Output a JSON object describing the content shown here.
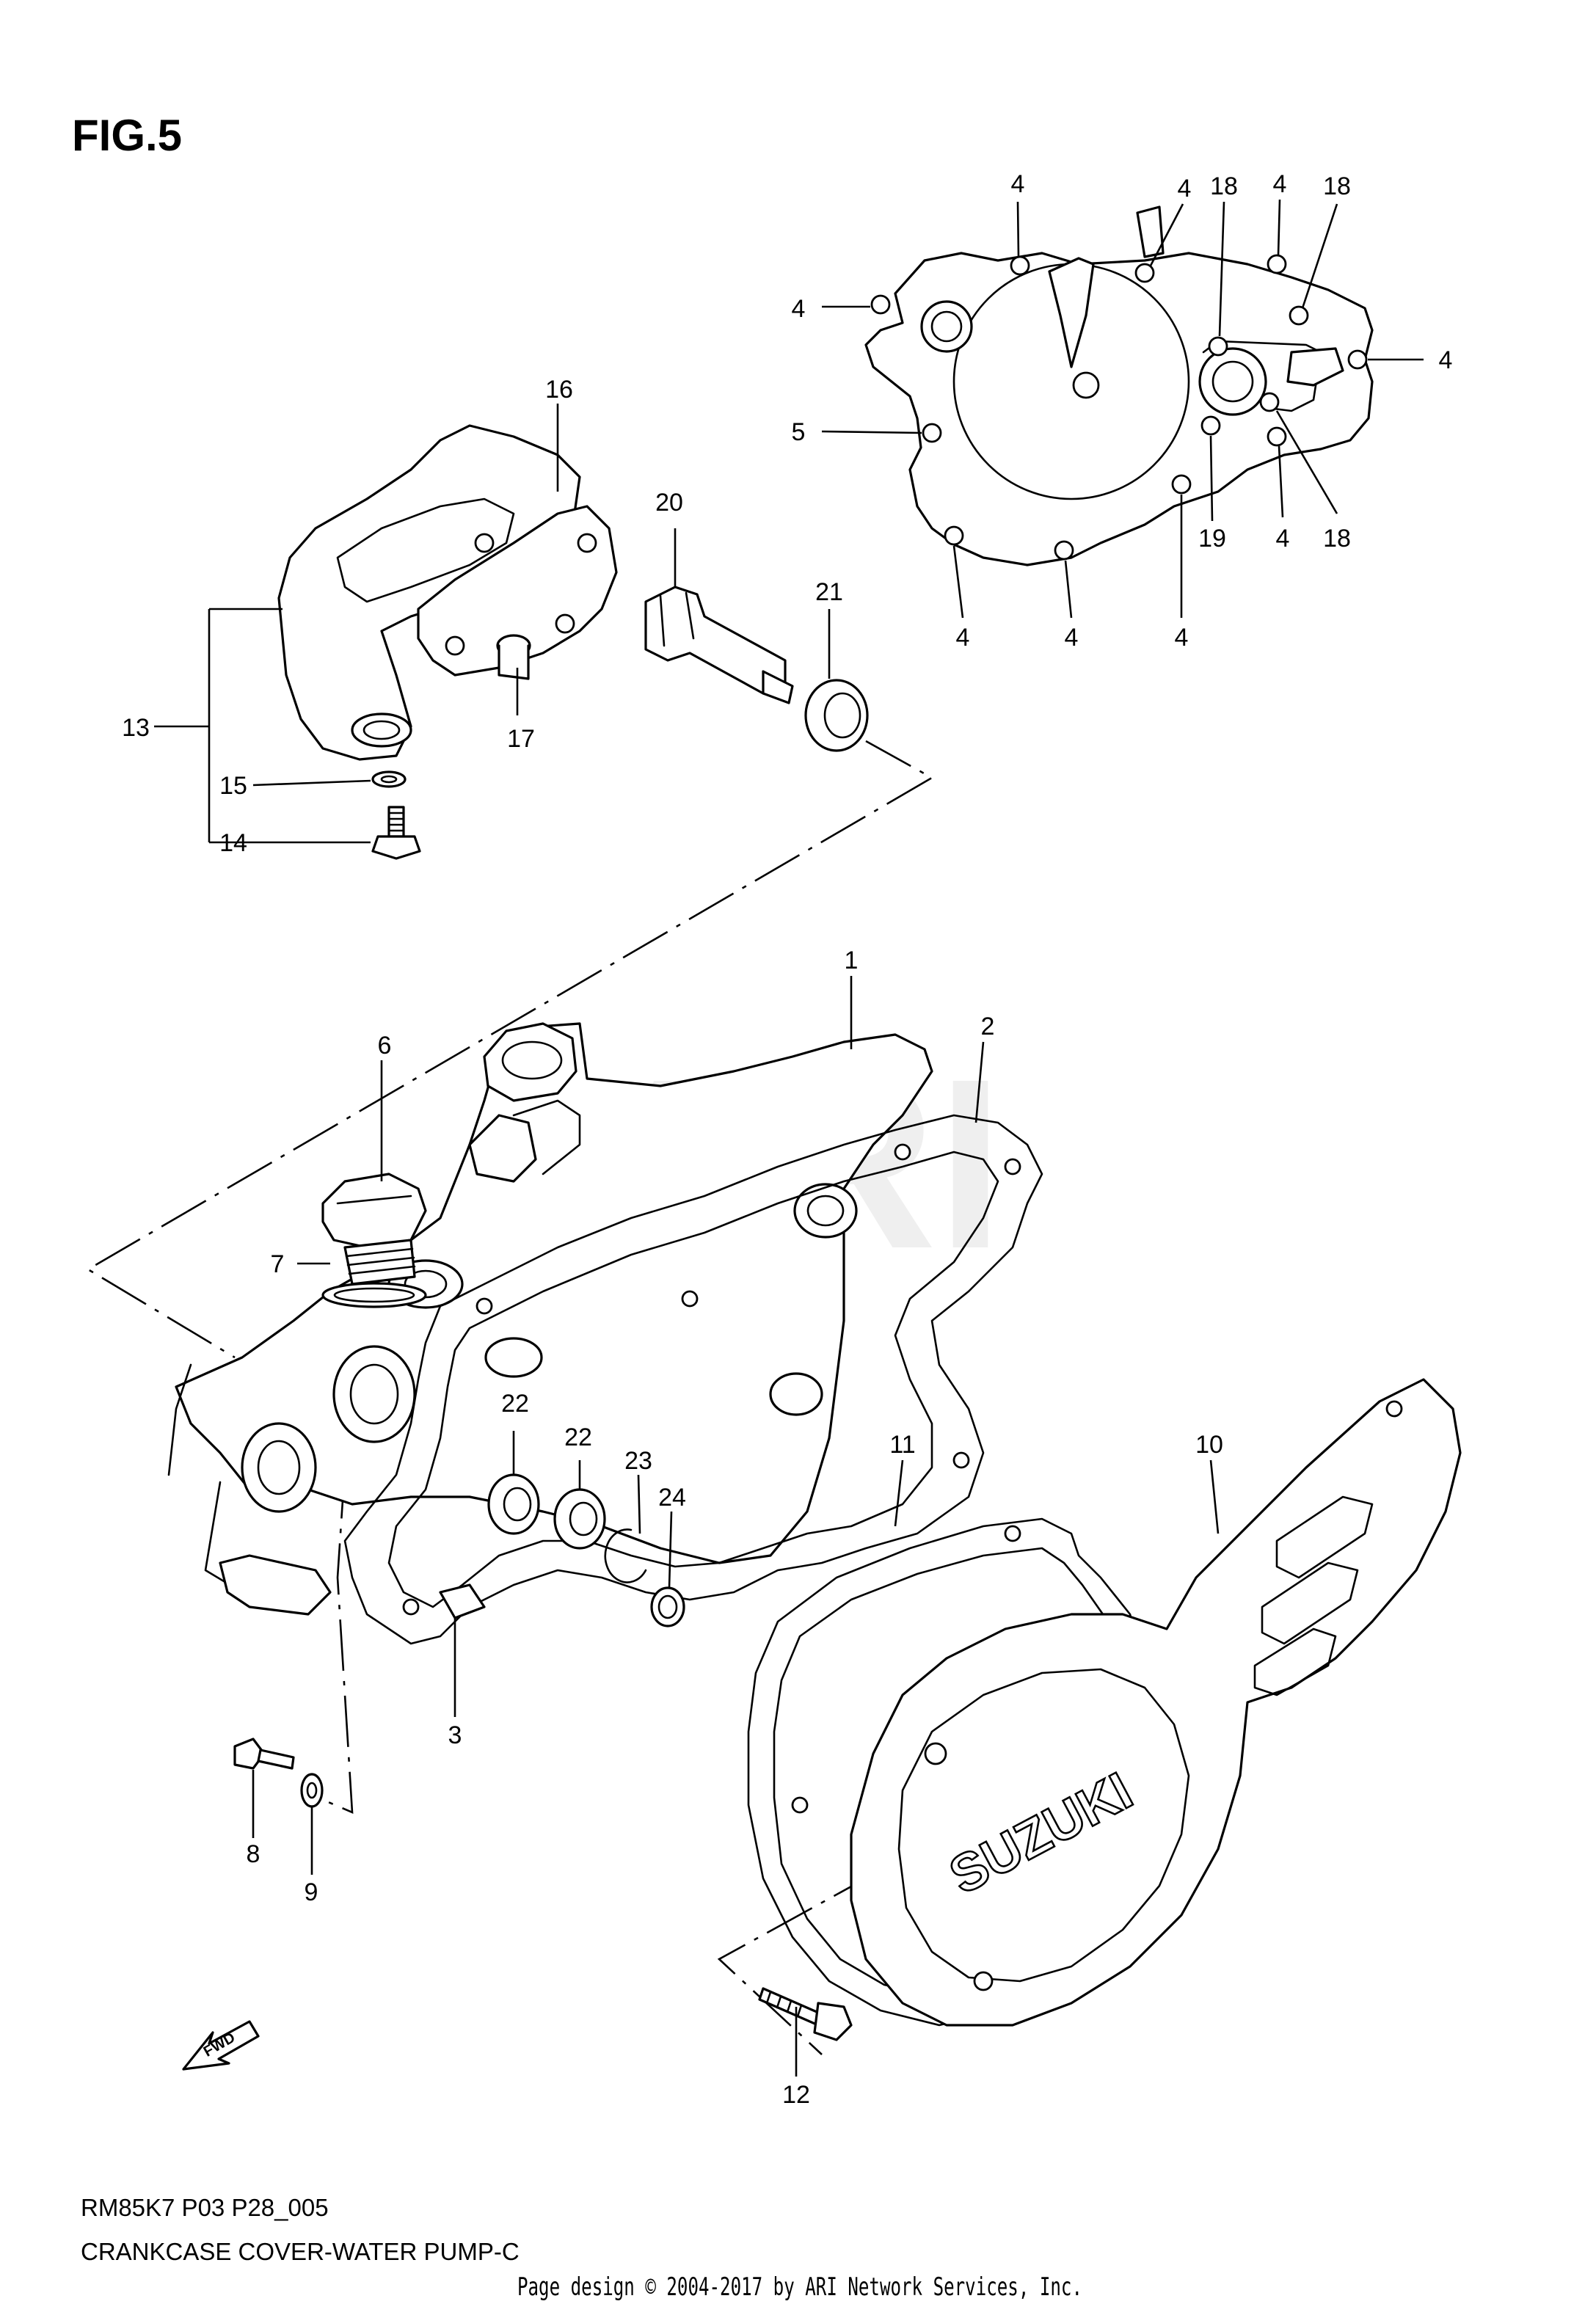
{
  "figure": {
    "title": "FIG.5"
  },
  "watermark": "ARI",
  "callouts": {
    "c1": "1",
    "c2": "2",
    "c3": "3",
    "c4a": "4",
    "c4b": "4",
    "c4c": "4",
    "c4d": "4",
    "c4e": "4",
    "c4f": "4",
    "c4g": "4",
    "c4h": "4",
    "c4i": "4",
    "c5": "5",
    "c6": "6",
    "c7": "7",
    "c8": "8",
    "c9": "9",
    "c10": "10",
    "c11": "11",
    "c12": "12",
    "c13": "13",
    "c14": "14",
    "c15": "15",
    "c16": "16",
    "c17": "17",
    "c18a": "18",
    "c18b": "18",
    "c18c": "18",
    "c19": "19",
    "c20": "20",
    "c21": "21",
    "c22a": "22",
    "c22b": "22",
    "c23": "23",
    "c24": "24"
  },
  "cover_logo": "SUZUKI",
  "fwd_label": "FWD",
  "footer": {
    "model_code": "RM85K7 P03 P28_005",
    "diagram_name": "CRANKCASE COVER-WATER PUMP-C",
    "credit": "Page design © 2004-2017 by ARI Network Services, Inc."
  }
}
